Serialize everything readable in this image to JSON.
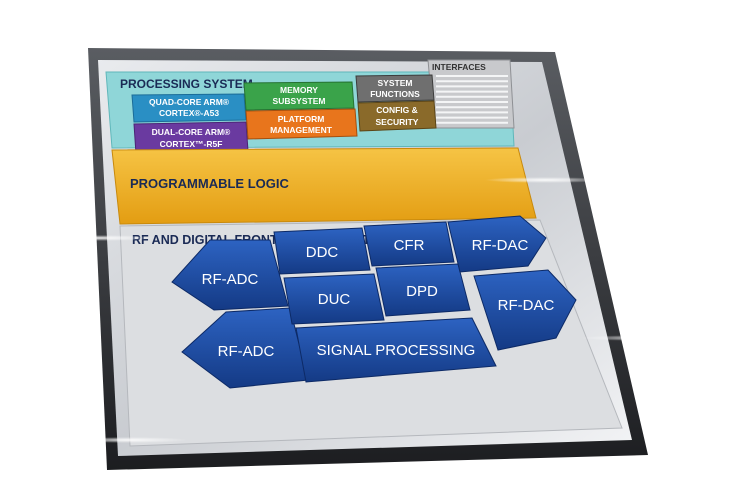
{
  "sections": {
    "processing_system": "PROCESSING SYSTEM",
    "interfaces": "INTERFACES",
    "programmable_logic": "PROGRAMMABLE LOGIC",
    "rf_subsystem": "RF AND DIGITAL FRONT-END SUBSYSTEM"
  },
  "ps_blocks": {
    "quad_core": [
      "QUAD-CORE ARM®",
      "CORTEX®-A53"
    ],
    "dual_core": [
      "DUAL-CORE ARM®",
      "CORTEX™-R5F"
    ],
    "memory": [
      "MEMORY",
      "SUBSYSTEM"
    ],
    "platform": [
      "PLATFORM",
      "MANAGEMENT"
    ],
    "system_functions": [
      "SYSTEM",
      "FUNCTIONS"
    ],
    "config_security": [
      "CONFIG &",
      "SECURITY"
    ]
  },
  "rf_blocks": {
    "rf_adc_1": "RF-ADC",
    "rf_adc_2": "RF-ADC",
    "ddc": "DDC",
    "cfr": "CFR",
    "duc": "DUC",
    "dpd": "DPD",
    "rf_dac_1": "RF-DAC",
    "rf_dac_2": "RF-DAC",
    "signal_processing": "SIGNAL PROCESSING"
  },
  "colors": {
    "ps_bg": "#8fd6d8",
    "pl_band": "#f0b21e",
    "rf_bg": "#d8dadd",
    "rf_block": "#1e4fa8",
    "quad_core": "#2a8fc4",
    "dual_core": "#6a3aa0",
    "memory": "#3aa34a",
    "platform": "#e8751c",
    "system_functions": "#6f6f6f",
    "config_security": "#8a6a2a"
  }
}
